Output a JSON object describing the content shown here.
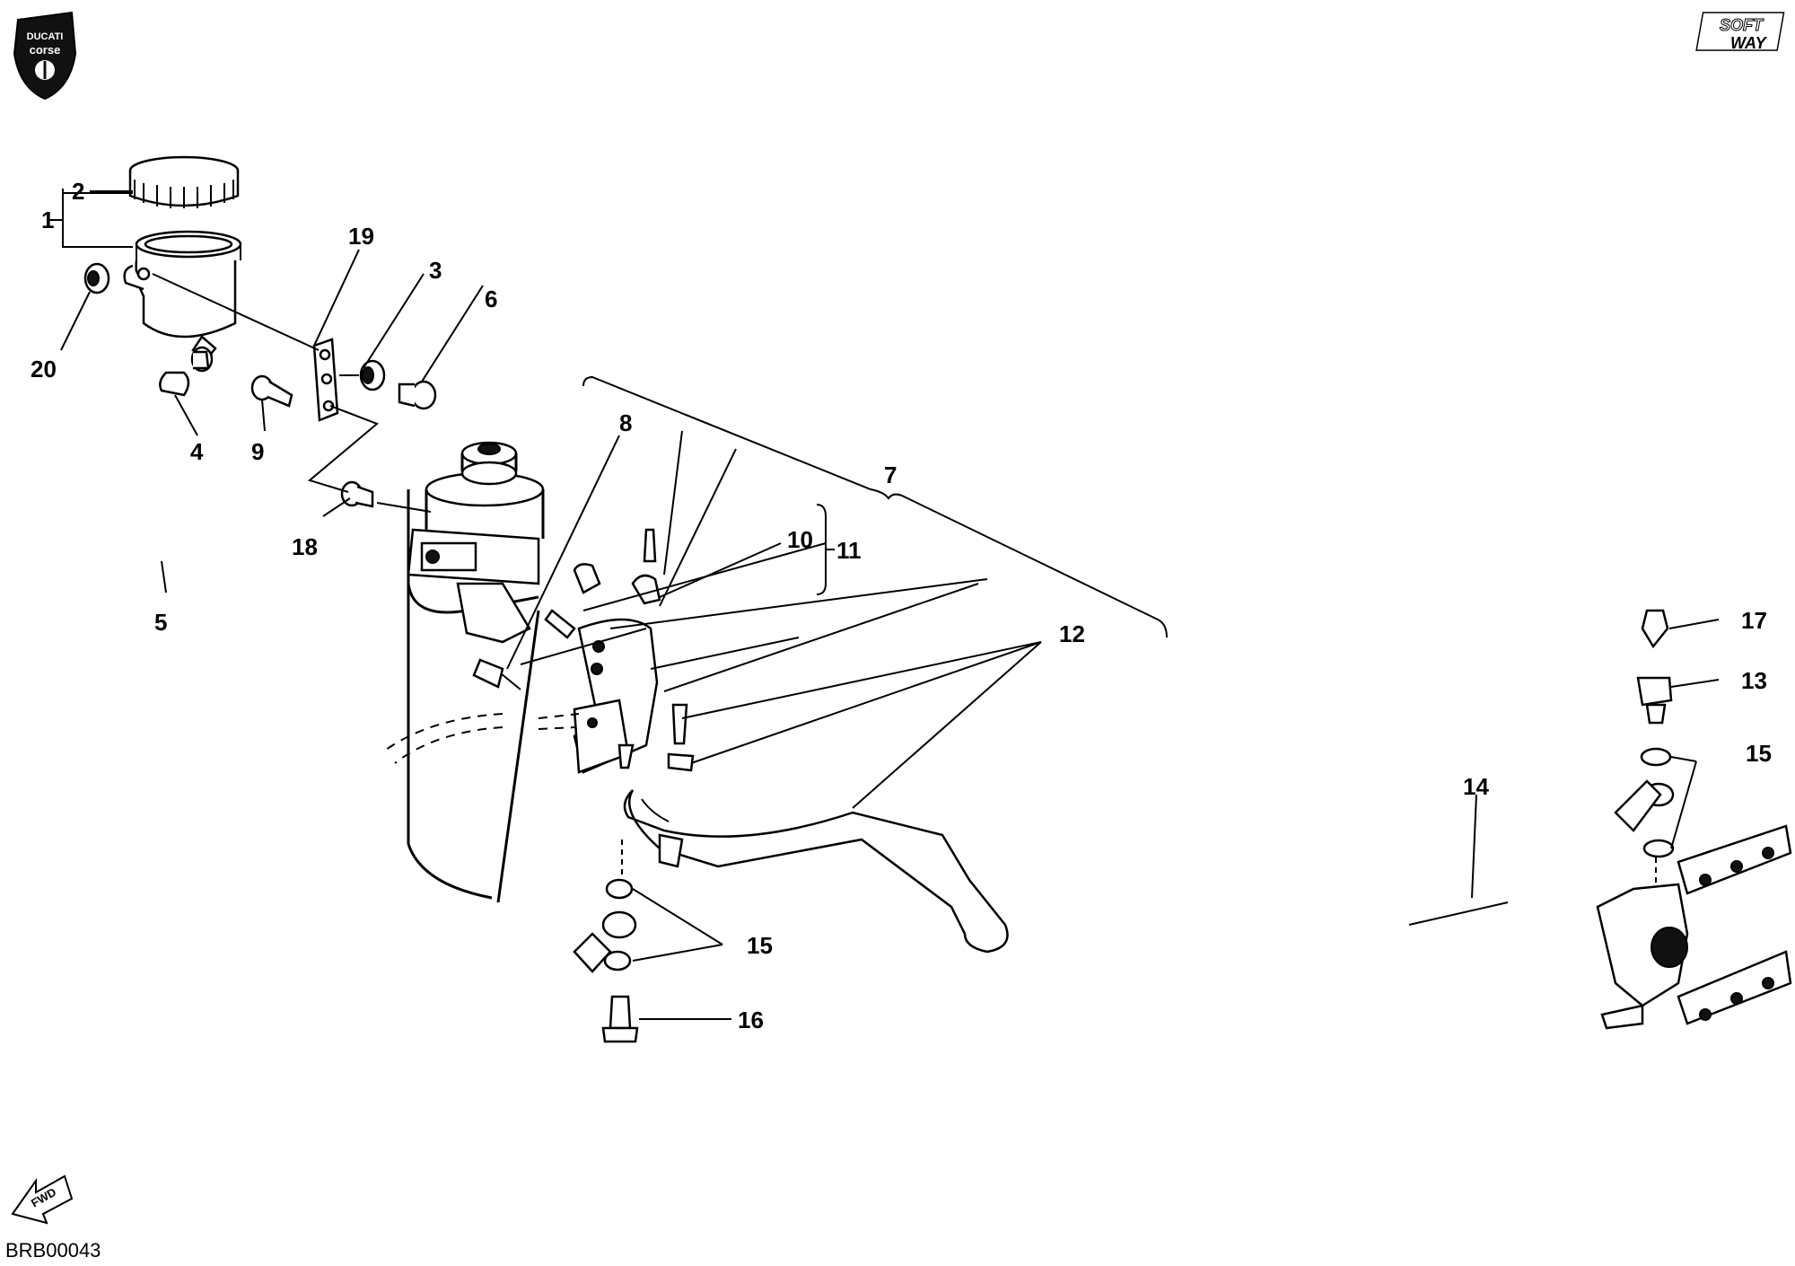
{
  "logo_left": {
    "line1": "DUCATI",
    "line2": "corse"
  },
  "logo_right": {
    "line1": "SOFT",
    "line2": "WAY"
  },
  "drawing_code": "BRB00043",
  "fwd_label": "FWD",
  "callouts": [
    {
      "id": "c1",
      "label": "1"
    },
    {
      "id": "c2",
      "label": "2"
    },
    {
      "id": "c3",
      "label": "3"
    },
    {
      "id": "c4",
      "label": "4"
    },
    {
      "id": "c5",
      "label": "5"
    },
    {
      "id": "c6",
      "label": "6"
    },
    {
      "id": "c7",
      "label": "7"
    },
    {
      "id": "c8",
      "label": "8"
    },
    {
      "id": "c9",
      "label": "9"
    },
    {
      "id": "c10",
      "label": "10"
    },
    {
      "id": "c11",
      "label": "11"
    },
    {
      "id": "c12",
      "label": "12"
    },
    {
      "id": "c13",
      "label": "13"
    },
    {
      "id": "c14",
      "label": "14"
    },
    {
      "id": "c15a",
      "label": "15"
    },
    {
      "id": "c15b",
      "label": "15"
    },
    {
      "id": "c16",
      "label": "16"
    },
    {
      "id": "c17",
      "label": "17"
    },
    {
      "id": "c18",
      "label": "18"
    },
    {
      "id": "c19",
      "label": "19"
    },
    {
      "id": "c20",
      "label": "20"
    }
  ]
}
